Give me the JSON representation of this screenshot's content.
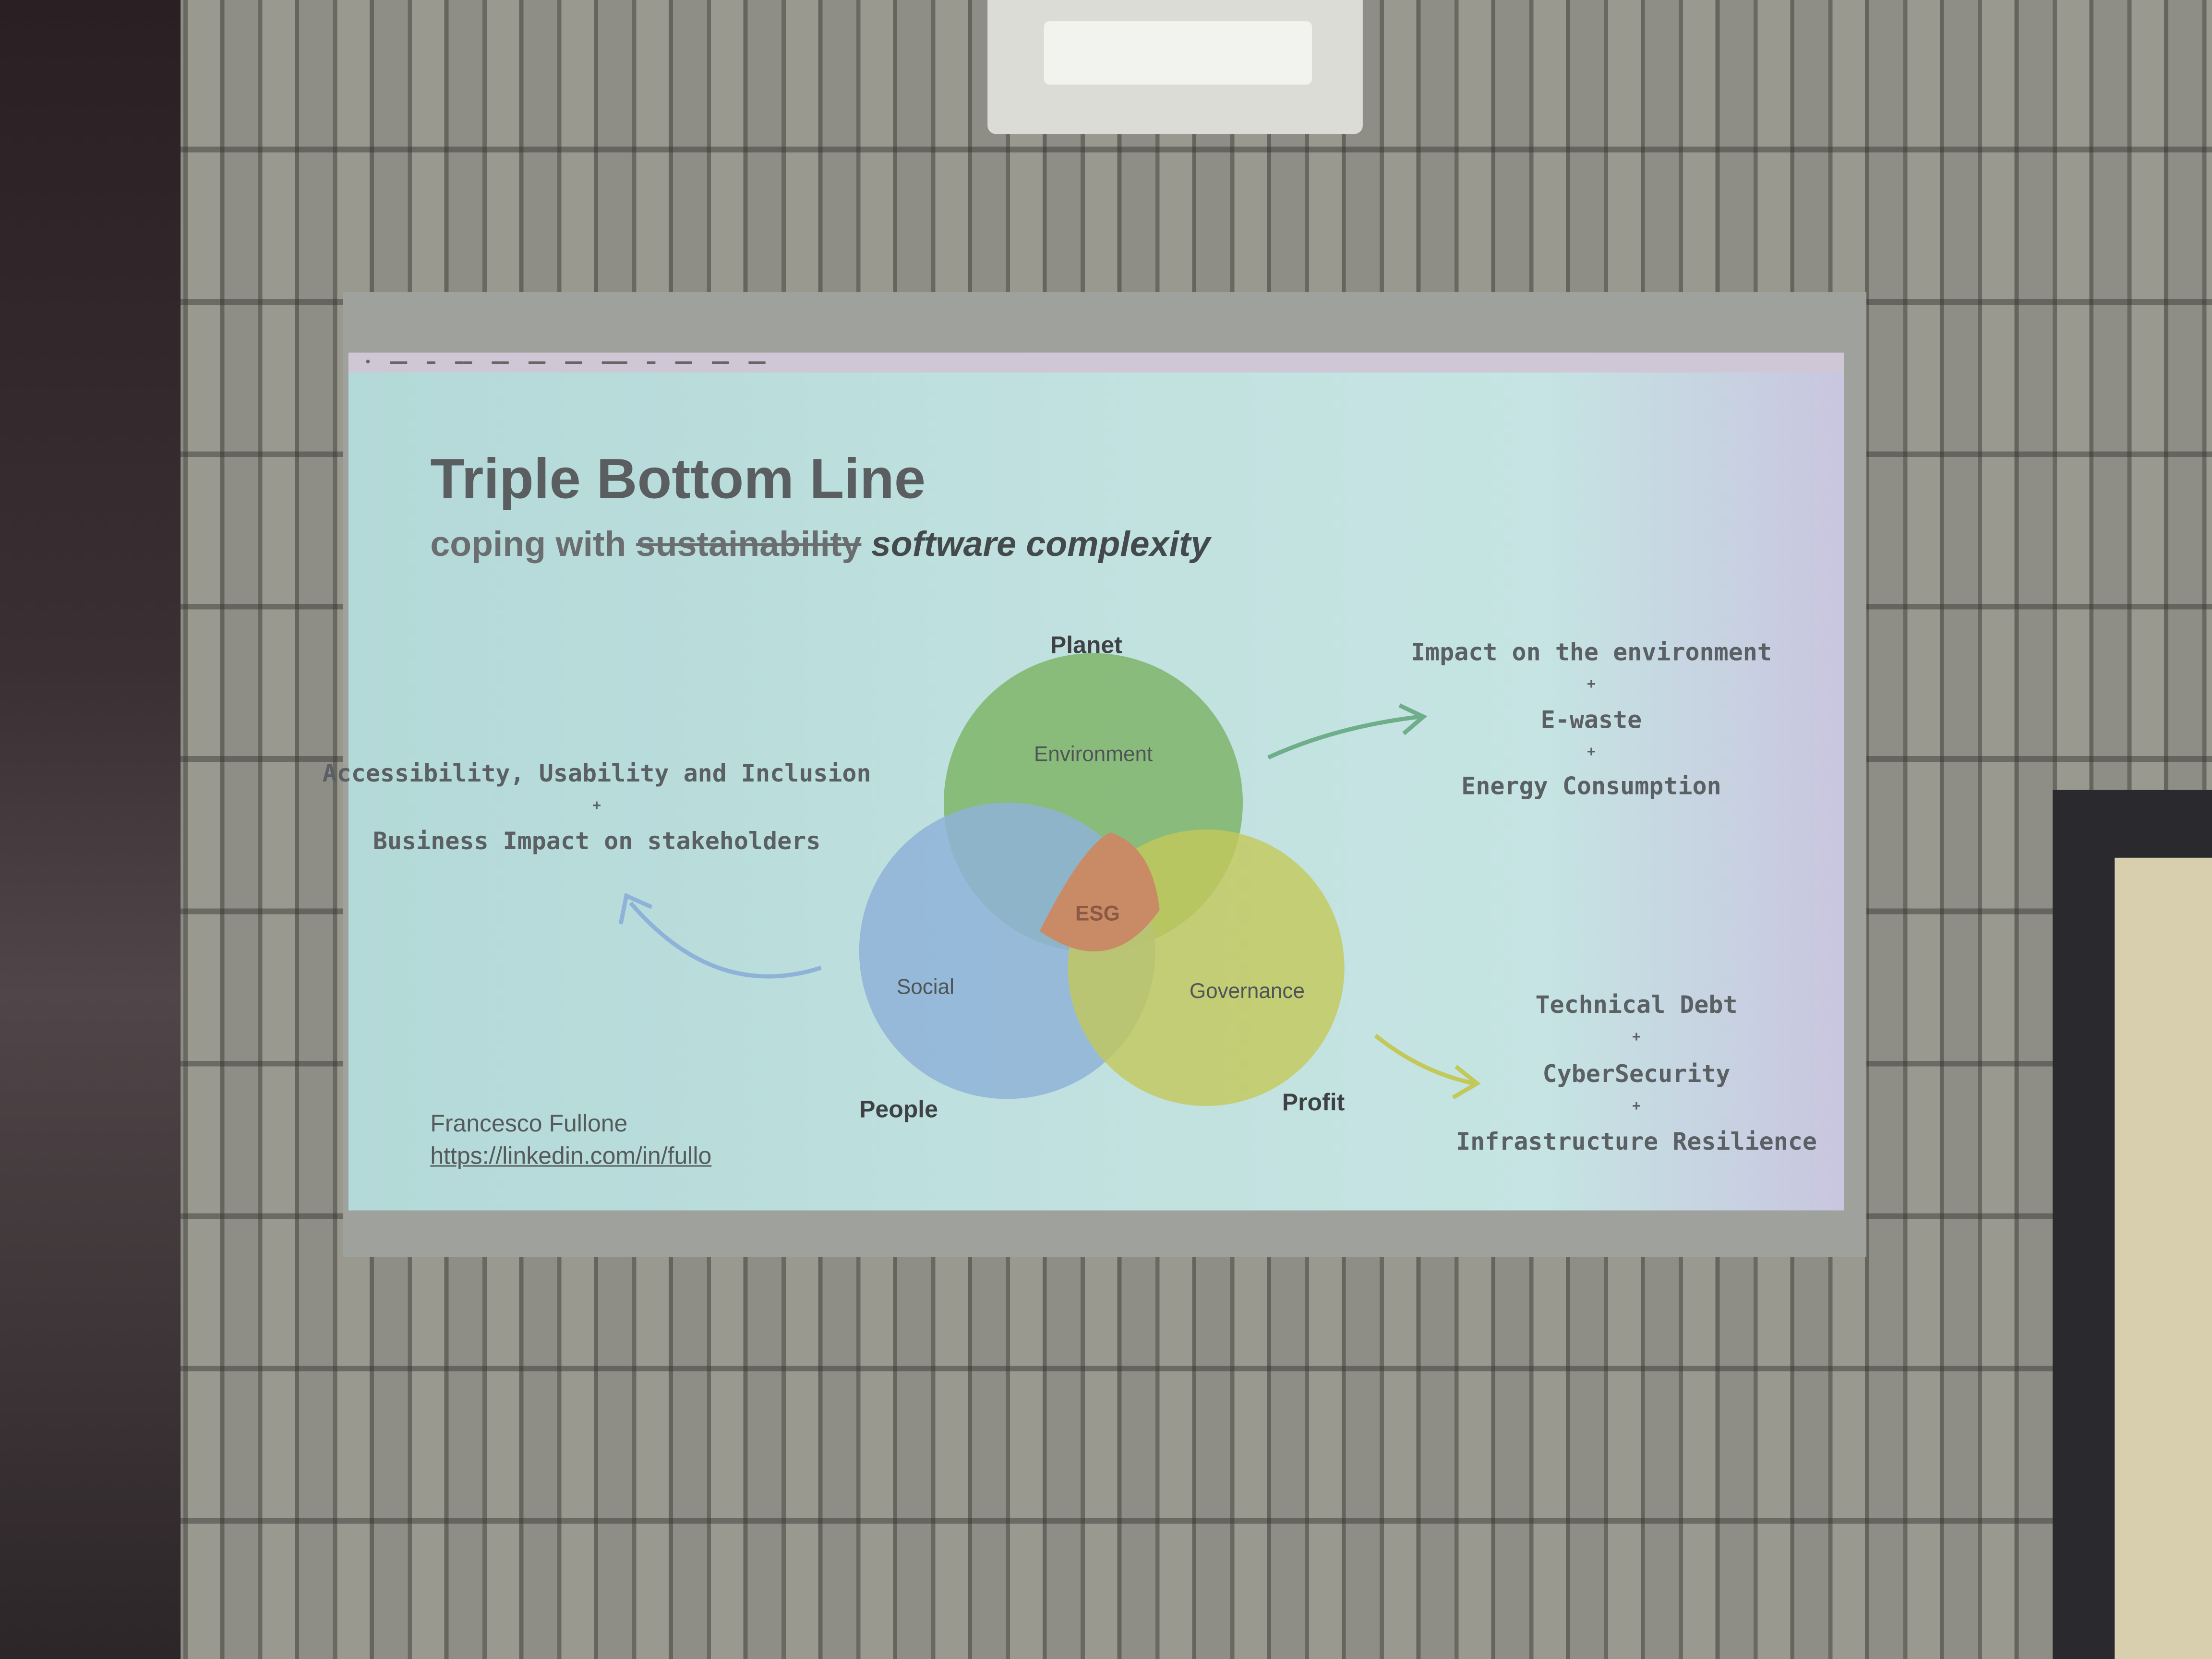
{
  "menubar": {
    "items": [
      "",
      "",
      "",
      "",
      "",
      "",
      "",
      "",
      "",
      "",
      "",
      ""
    ]
  },
  "slide": {
    "title": "Triple Bottom Line",
    "subtitle": {
      "prefix": "coping with ",
      "struck": "sustainability",
      "emphasis": "software complexity"
    },
    "venn": {
      "planet": "Planet",
      "people": "People",
      "profit": "Profit",
      "environment": "Environment",
      "social": "Social",
      "governance": "Governance",
      "center": "ESG",
      "colors": {
        "environment": "#7fb56a",
        "social": "#8fb3d8",
        "governance": "#c3c85a",
        "center": "#c98a66"
      }
    },
    "left_note": {
      "line1": "Accessibility, Usability and Inclusion",
      "plus": "+",
      "line2": "Business Impact on stakeholders"
    },
    "planet_note": {
      "line1": "Impact on the environment",
      "plus1": "+",
      "line2": "E-waste",
      "plus2": "+",
      "line3": "Energy Consumption"
    },
    "profit_note": {
      "line1": "Technical Debt",
      "plus1": "+",
      "line2": "CyberSecurity",
      "plus2": "+",
      "line3": "Infrastructure Resilience"
    },
    "author": "Francesco Fullone",
    "link": "https://linkedin.com/in/fullo"
  }
}
